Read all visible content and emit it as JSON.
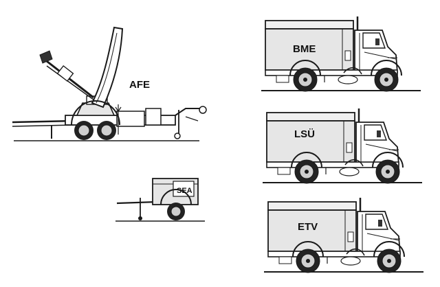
{
  "labels": {
    "afe": "AFE",
    "bme": "BME",
    "lsu": "LSÜ",
    "etv": "ETV",
    "sea": "SEA"
  },
  "colors": {
    "line": "#1a1a1a",
    "box_fill": "#e6e6e6",
    "wheel_fill": "#cfcfcf",
    "dark": "#333333"
  }
}
